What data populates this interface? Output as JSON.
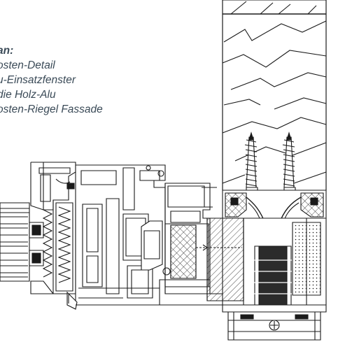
{
  "caption": {
    "heading": "an:",
    "lines": [
      "osten-Detail",
      "u-Einsatzfenster",
      "die Holz-Alu",
      "osten-Riegel Fassade"
    ]
  },
  "colors": {
    "caption_text": "#3a4a57",
    "line": "#1a1a1a",
    "dark_fill": "#2b2b2b",
    "background": "#ffffff"
  }
}
